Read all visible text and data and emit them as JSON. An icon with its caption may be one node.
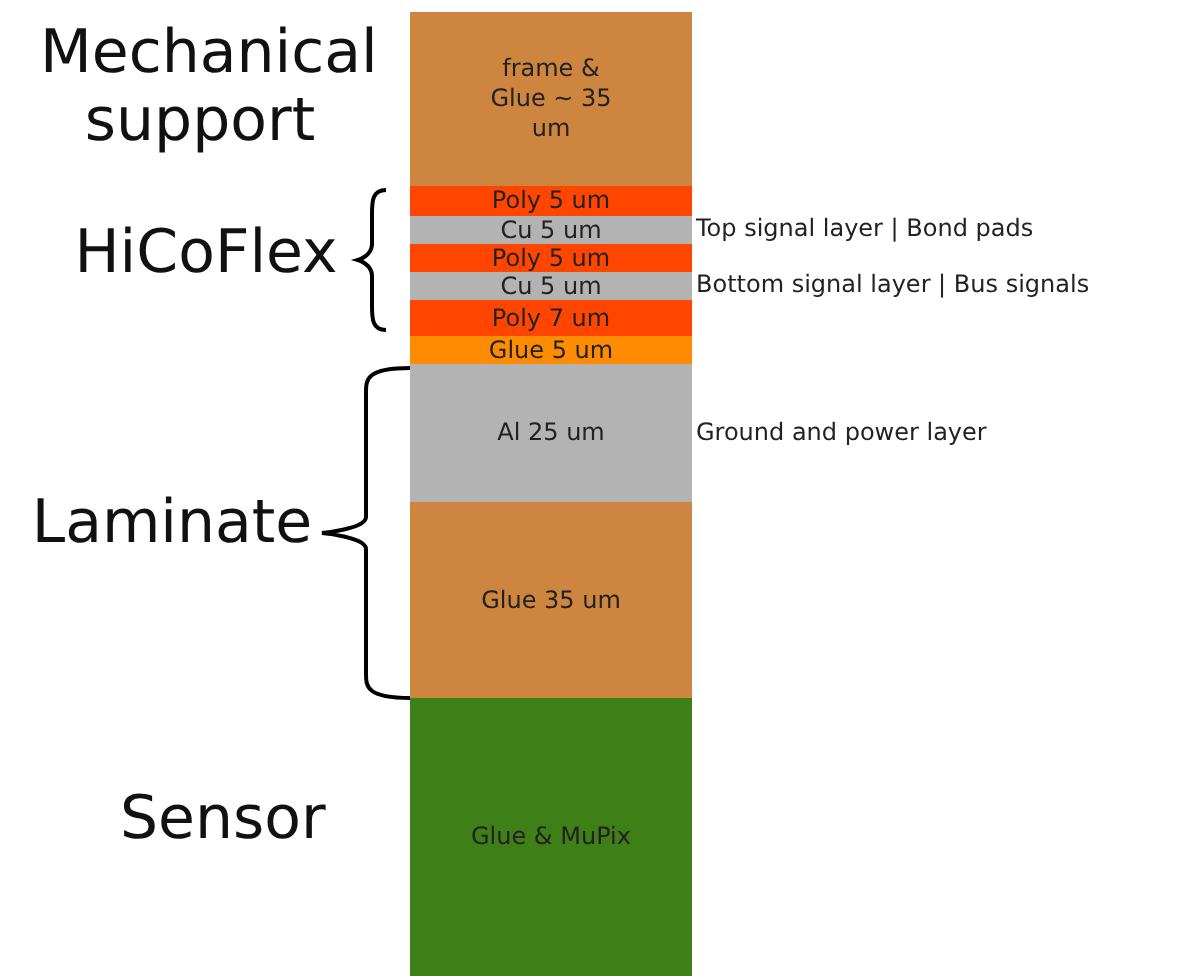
{
  "diagram": {
    "nodes": [
      {
        "text": [
          "frame & Glue ~ 35 um"
        ]
      },
      {
        "text": [
          "Poly 5 um"
        ]
      },
      {
        "text": [
          "Cu 5 um"
        ],
        "beside": [
          "Top signal layer | Bond pads"
        ]
      },
      {
        "text": [
          "Poly 5 um"
        ]
      },
      {
        "text": [
          "Cu 5 um"
        ],
        "beside": [
          "Bottom signal layer | Bus signals"
        ]
      },
      {
        "text": [
          "Poly 7 um"
        ]
      },
      {
        "text": [
          "Glue 5 um"
        ]
      },
      {
        "text": [
          "Al 25 um"
        ],
        "beside": [
          "Ground and power layer"
        ]
      },
      {
        "text": [
          "Glue 35 um"
        ]
      },
      {
        "text": [
          "Glue & MuPix"
        ]
      }
    ],
    "labels": [
      "Mechanical support",
      "HiCoFlex",
      "Laminate",
      "Sensor"
    ]
  }
}
